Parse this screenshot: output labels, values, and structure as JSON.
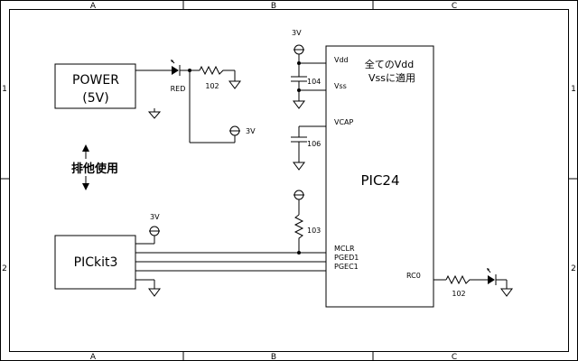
{
  "frame": {
    "col_labels": [
      "A",
      "B",
      "C"
    ],
    "row_labels": [
      "1",
      "2"
    ]
  },
  "power_block": {
    "line1": "POWER",
    "line2": "(5V)"
  },
  "power_led": {
    "color_label": "RED",
    "resistor_label": "102",
    "supply_label": "3V"
  },
  "exclusive_note": "排他使用",
  "pickit_block": {
    "label": "PICkit3",
    "supply_label": "3V"
  },
  "mcu": {
    "name": "PIC24",
    "note_line1": "全てのVdd",
    "note_line2": "Vssに適用",
    "pins": {
      "vdd": "Vdd",
      "vss": "Vss",
      "vcap": "VCAP",
      "mclr": "MCLR",
      "pged1": "PGED1",
      "pgec1": "PGEC1",
      "rc0": "RC0"
    }
  },
  "vdd_supply_label": "3V",
  "bypass_cap_label": "104",
  "vcap_cap_label": "106",
  "mclr_resistor_label": "103",
  "rc0_resistor_label": "102"
}
